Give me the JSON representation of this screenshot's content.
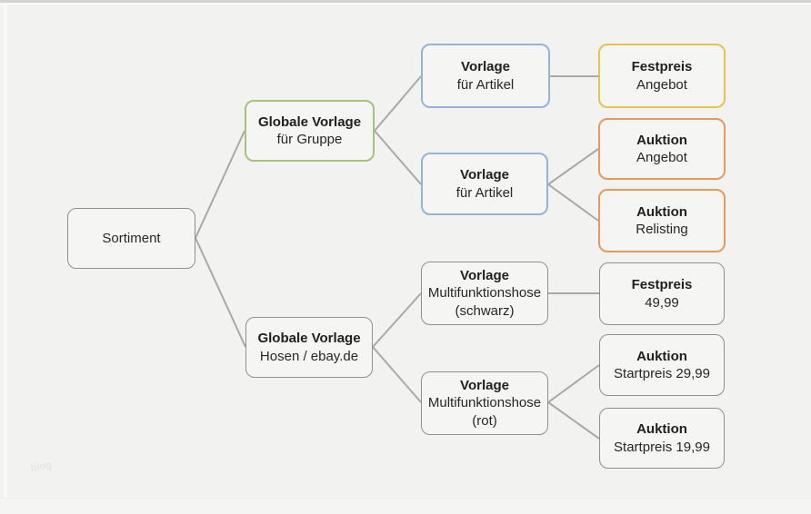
{
  "diagram": {
    "watermark": "blog",
    "colors": {
      "background": "#f2f2f1",
      "node_fill": "#f5f5f3",
      "connector": "#a8a8a8",
      "border_gray": "#8f8f8f",
      "border_green": "#a8c17d",
      "border_blue": "#95b3d7",
      "border_yellow": "#e4c44f",
      "border_orange": "#e59a5d"
    },
    "nodes": [
      {
        "id": "sortiment",
        "border": "gray",
        "lines": [
          "Sortiment"
        ]
      },
      {
        "id": "globale-vorlage-gruppe",
        "border": "green",
        "lines": [
          "Globale Vorlage",
          "für Gruppe"
        ]
      },
      {
        "id": "vorlage-artikel-1",
        "border": "blue",
        "lines": [
          "Vorlage",
          "für Artikel"
        ]
      },
      {
        "id": "festpreis-angebot",
        "border": "yellow",
        "lines": [
          "Festpreis",
          "Angebot"
        ]
      },
      {
        "id": "vorlage-artikel-2",
        "border": "blue",
        "lines": [
          "Vorlage",
          "für Artikel"
        ]
      },
      {
        "id": "auktion-angebot",
        "border": "orange",
        "lines": [
          "Auktion",
          "Angebot"
        ]
      },
      {
        "id": "auktion-relisting",
        "border": "orange",
        "lines": [
          "Auktion",
          "Relisting"
        ]
      },
      {
        "id": "vorlage-multifunktionshose-schwarz",
        "border": "gray",
        "lines": [
          "Vorlage",
          "Multifunktionshose",
          "(schwarz)"
        ]
      },
      {
        "id": "globale-vorlage-hosen",
        "border": "gray",
        "lines": [
          "Globale Vorlage",
          "Hosen / ebay.de"
        ]
      },
      {
        "id": "vorlage-multifunktionshose-rot",
        "border": "gray",
        "lines": [
          "Vorlage",
          "Multifunktionshose",
          "(rot)"
        ]
      },
      {
        "id": "festpreis-4999",
        "border": "gray",
        "lines": [
          "Festpreis",
          "49,99"
        ]
      },
      {
        "id": "auktion-startpreis-2999",
        "border": "gray",
        "lines": [
          "Auktion",
          "Startpreis 29,99"
        ]
      },
      {
        "id": "auktion-startpreis-1999",
        "border": "gray",
        "lines": [
          "Auktion",
          "Startpreis 19,99"
        ]
      }
    ]
  }
}
